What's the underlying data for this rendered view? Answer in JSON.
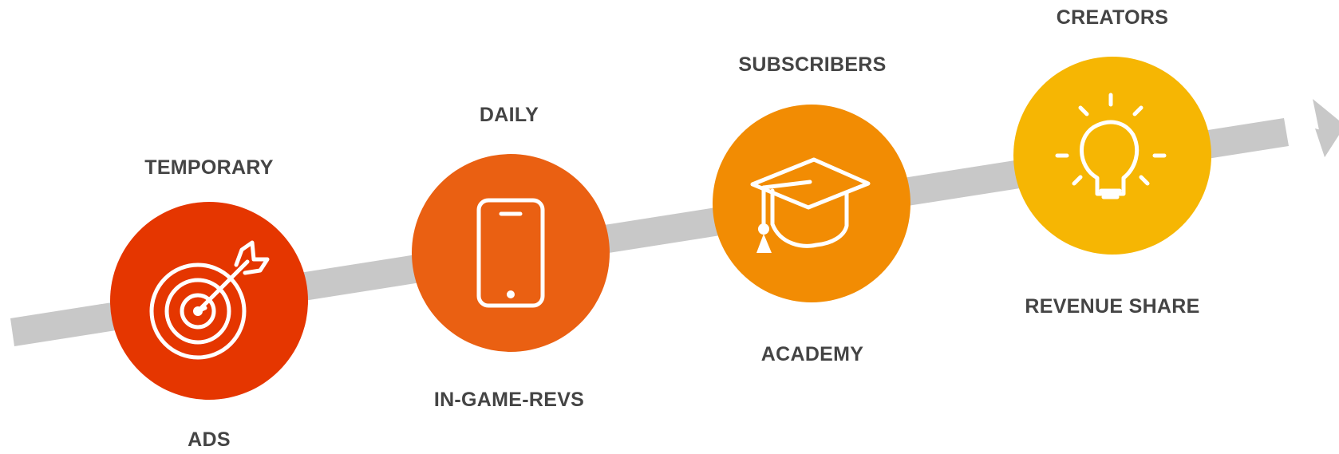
{
  "timeline": {
    "steps": [
      {
        "top_label": "TEMPORARY",
        "bottom_label": "ADS",
        "icon": "target-icon",
        "color": "#E53600"
      },
      {
        "top_label": "DAILY",
        "bottom_label": "IN-GAME-REVS",
        "icon": "smartphone-icon",
        "color": "#EA6012"
      },
      {
        "top_label": "SUBSCRIBERS",
        "bottom_label": "ACADEMY",
        "icon": "graduation-cap-icon",
        "color": "#F28C03"
      },
      {
        "top_label": "CREATORS",
        "bottom_label": "REVENUE SHARE",
        "icon": "lightbulb-icon",
        "color": "#F6B603"
      }
    ],
    "arrow_color": "#C8C8C8",
    "text_color": "#444444",
    "icon_color": "#FFFFFF"
  }
}
